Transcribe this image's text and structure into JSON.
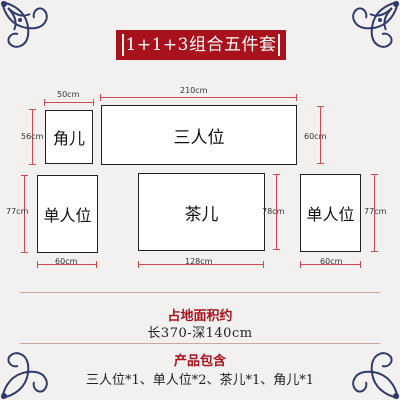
{
  "title": "1+1+3组合五件套",
  "pieces": {
    "jiao": {
      "label": "角儿",
      "width": "50cm",
      "depth": "56cm"
    },
    "sanren": {
      "label": "三人位",
      "width": "210cm",
      "depth": "60cm"
    },
    "danren_left": {
      "label": "单人位",
      "width": "60cm",
      "depth": "77cm"
    },
    "chaji": {
      "label": "茶儿",
      "width": "128cm",
      "depth": "78cm"
    },
    "danren_right": {
      "label": "单人位",
      "width": "60cm",
      "depth": "77cm"
    }
  },
  "area": {
    "title": "占地面积约",
    "value": "长370-深140cm"
  },
  "includes": {
    "title": "产品包含",
    "value": "三人位*1、单人位*2、茶儿*1、角儿*1"
  },
  "colors": {
    "accent": "#a8121c",
    "dim_line": "#d24a4f",
    "ornament": "#2f3a6b"
  }
}
